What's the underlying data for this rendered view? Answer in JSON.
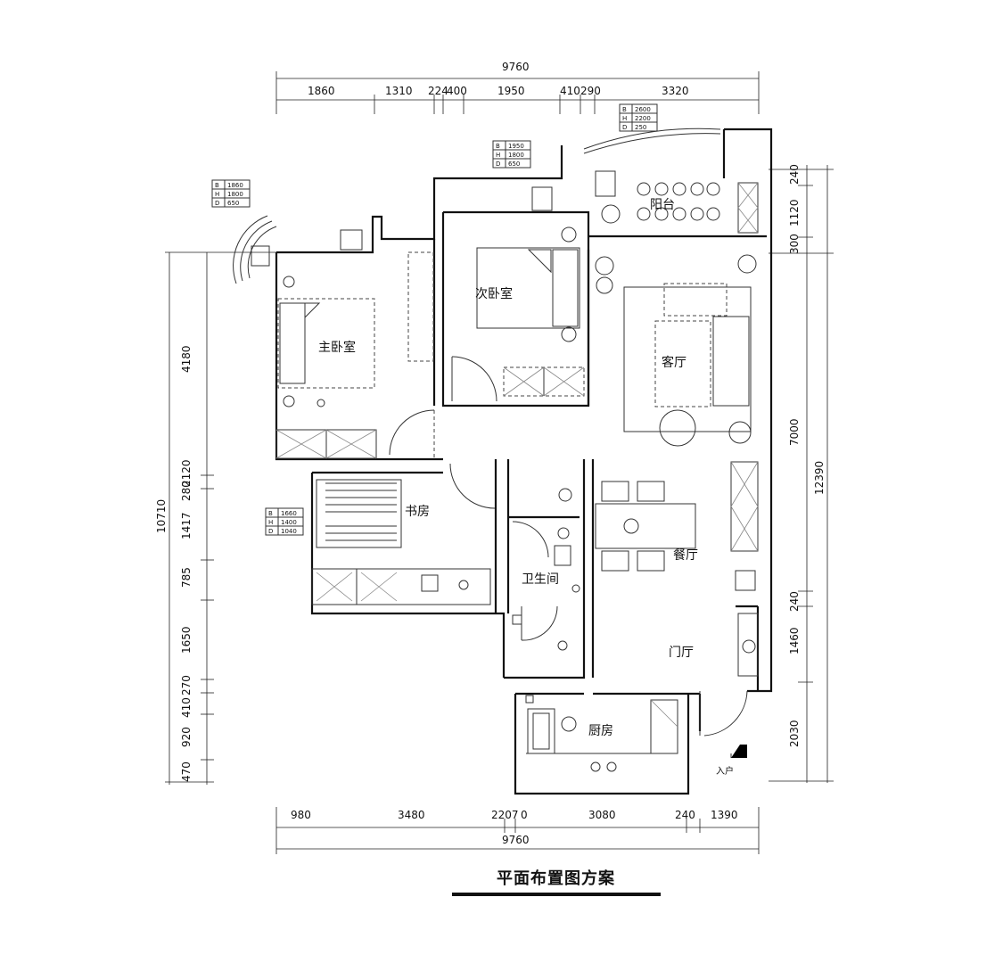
{
  "title": "平面布置图方案",
  "entry": "入户",
  "rooms": {
    "balcony": "阳台",
    "second_bedroom": "次卧室",
    "master_bedroom": "主卧室",
    "living_room": "客厅",
    "study": "书房",
    "dining_room": "餐厅",
    "bathroom": "卫生间",
    "foyer": "门厅",
    "kitchen": "厨房"
  },
  "dims_top": {
    "total": "9760",
    "segments": [
      "1860",
      "1310",
      "224",
      "400",
      "1950",
      "410",
      "290",
      "3320"
    ]
  },
  "dims_bottom": {
    "total": "9760",
    "segments": [
      "980",
      "3480",
      "2207",
      "0",
      "3080",
      "240",
      "1390"
    ]
  },
  "dims_left": {
    "total": "10710",
    "segments": [
      "4180",
      "2120",
      "280",
      "1417",
      "785",
      "1650",
      "270",
      "410",
      "920",
      "470"
    ]
  },
  "dims_right": {
    "total": "12390",
    "segments": [
      "240",
      "1120",
      "300",
      "7000",
      "240",
      "1460",
      "2030"
    ]
  },
  "specs": {
    "window_1": {
      "B": "1860",
      "H": "1800",
      "D": "650"
    },
    "window_2": {
      "B": "1950",
      "H": "1800",
      "D": "650"
    },
    "window_3": {
      "B": "2600",
      "H": "2200",
      "D": "250"
    },
    "window_4": {
      "B": "1660",
      "H": "1400",
      "D": "1040"
    }
  }
}
